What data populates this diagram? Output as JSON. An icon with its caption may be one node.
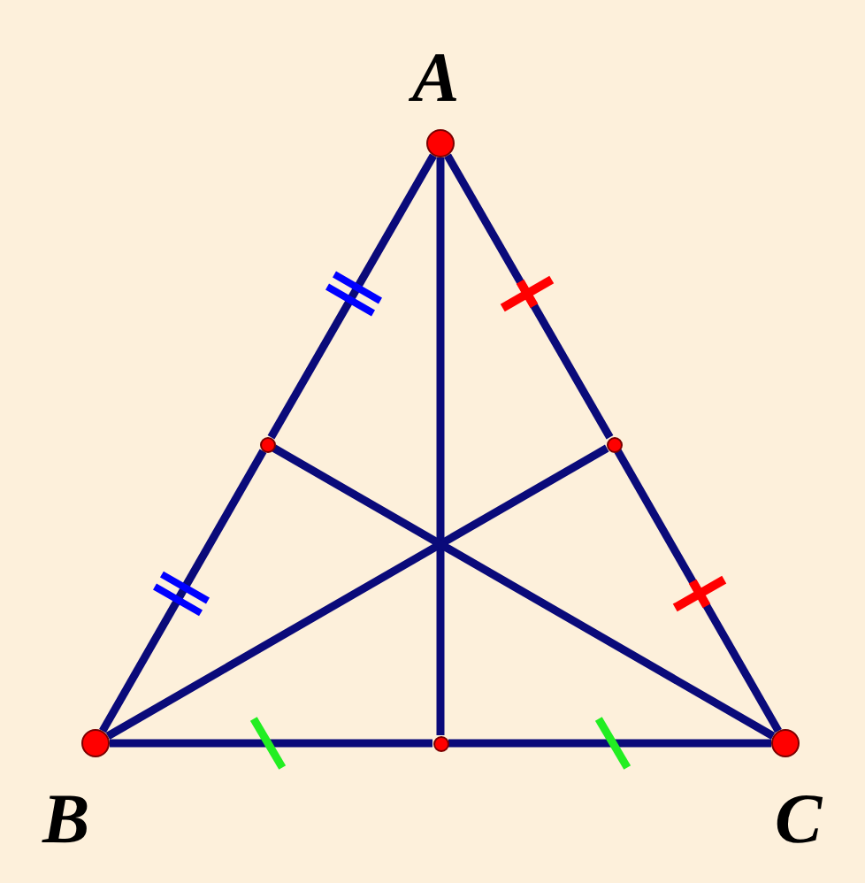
{
  "diagram": {
    "nodes": [
      {
        "text": [
          "A"
        ]
      },
      {
        "text": [
          "B"
        ]
      },
      {
        "text": [
          "C"
        ]
      },
      {
        "text": [],
        "shape": "circle"
      },
      {
        "text": [],
        "shape": "circle"
      },
      {
        "text": [],
        "shape": "circle"
      }
    ],
    "edges": [
      {
        "from": 0,
        "to": 3,
        "arrow": "none"
      },
      {
        "from": 3,
        "to": 1,
        "arrow": "none"
      },
      {
        "from": 0,
        "to": 4,
        "arrow": "none"
      },
      {
        "from": 4,
        "to": 2,
        "arrow": "none"
      },
      {
        "from": 1,
        "to": 5,
        "arrow": "none"
      },
      {
        "from": 5,
        "to": 2,
        "arrow": "none"
      },
      {
        "from": 0,
        "to": 5,
        "arrow": "none"
      },
      {
        "from": 1,
        "to": 4,
        "arrow": "none"
      },
      {
        "from": 2,
        "to": 3,
        "arrow": "none"
      }
    ]
  }
}
